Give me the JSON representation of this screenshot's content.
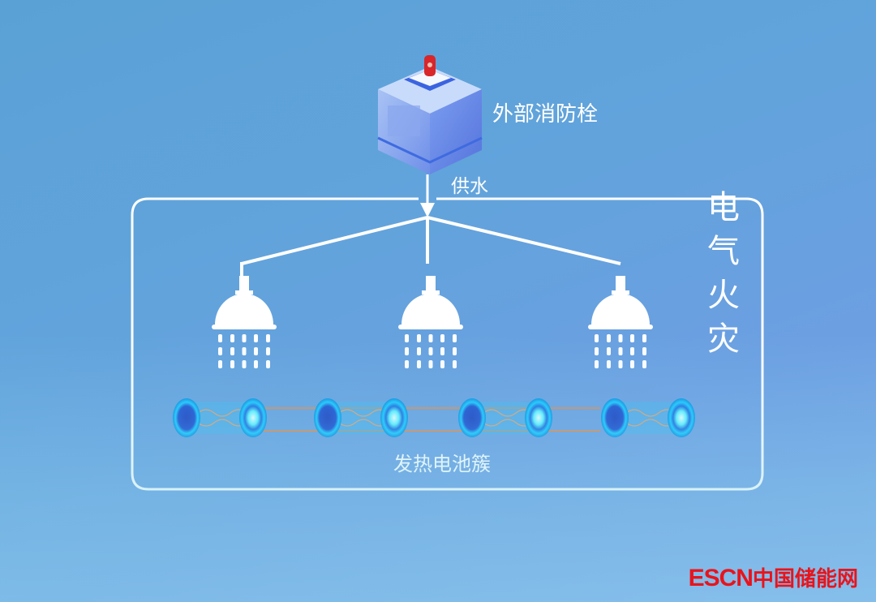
{
  "labels": {
    "hydrant": "外部消防栓",
    "supply": "供水",
    "fire": "电气火灾",
    "cluster": "发热电池簇"
  },
  "watermark": {
    "latin": "ESCN",
    "cn": "中国储能网"
  },
  "colors": {
    "accent": "#ffffff",
    "battery": "#1fd2ff",
    "wire": "#e0884a",
    "logo": "#e8141c"
  }
}
